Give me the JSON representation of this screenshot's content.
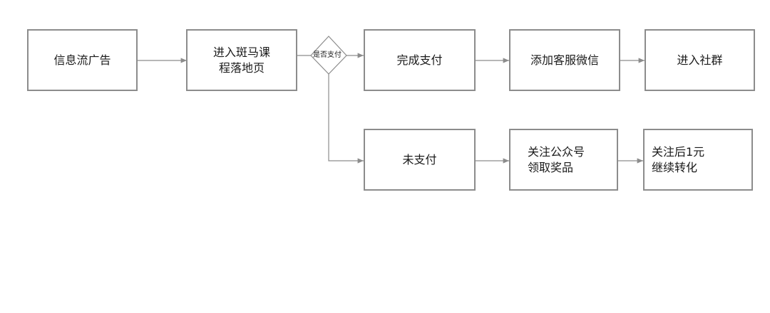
{
  "nodes": {
    "ad": "信息流广告",
    "landing": "进入斑马课\n程落地页",
    "decision": "是否支付",
    "paid": "完成支付",
    "add_wechat": "添加客服微信",
    "community": "进入社群",
    "unpaid": "未支付",
    "follow": "关注公众号\n领取奖品",
    "convert": "关注后1元\n继续转化"
  },
  "colors": {
    "border": "#8c8c8c",
    "line": "#8c8c8c",
    "text": "#1a1a1a"
  }
}
